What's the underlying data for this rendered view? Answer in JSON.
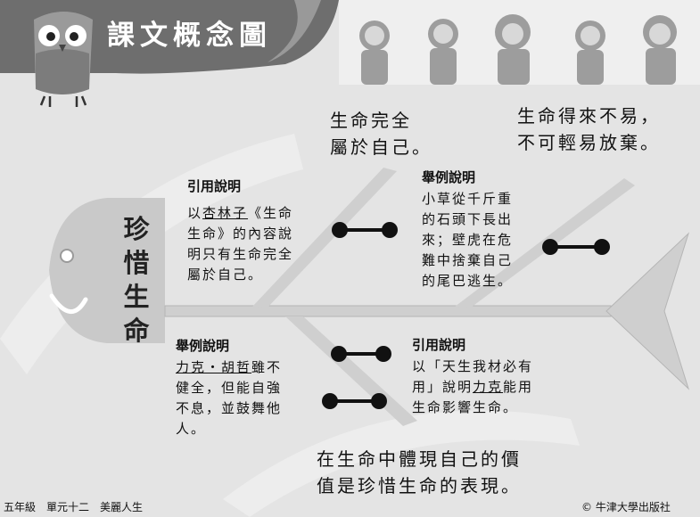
{
  "header": {
    "title": "課文概念圖"
  },
  "diagram": {
    "main_theme_chars": [
      "珍",
      "惜",
      "生",
      "命"
    ],
    "top_center": [
      "生命完全",
      "屬於自己。"
    ],
    "top_right": [
      "生命得來不易，",
      "不可輕易放棄。"
    ],
    "bottom_center": [
      "在生命中體現自己的價",
      "值是珍惜生命的表現。"
    ],
    "branch_tl": {
      "heading": "引用說明",
      "lines": [
        [
          {
            "t": "以",
            "u": false
          },
          {
            "t": "杏林子",
            "u": true
          },
          {
            "t": "《生命",
            "u": false
          }
        ],
        [
          {
            "t": "生命》的內容說",
            "u": false
          }
        ],
        [
          {
            "t": "明只有生命完全",
            "u": false
          }
        ],
        [
          {
            "t": "屬於自己。",
            "u": false
          }
        ]
      ]
    },
    "branch_tr": {
      "heading": "舉例說明",
      "lines": [
        [
          {
            "t": "小草從千斤重",
            "u": false
          }
        ],
        [
          {
            "t": "的石頭下長出",
            "u": false
          }
        ],
        [
          {
            "t": "來；壁虎在危",
            "u": false
          }
        ],
        [
          {
            "t": "難中捨棄自己",
            "u": false
          }
        ],
        [
          {
            "t": "的尾巴逃生。",
            "u": false
          }
        ]
      ]
    },
    "branch_bl": {
      "heading": "舉例說明",
      "lines": [
        [
          {
            "t": "力克・胡哲",
            "u": true
          },
          {
            "t": "雖不",
            "u": false
          }
        ],
        [
          {
            "t": "健全，但能自強",
            "u": false
          }
        ],
        [
          {
            "t": "不息，並鼓舞他",
            "u": false
          }
        ],
        [
          {
            "t": "人。",
            "u": false
          }
        ]
      ]
    },
    "branch_br": {
      "heading": "引用說明",
      "lines": [
        [
          {
            "t": "以「天生我材必有",
            "u": false
          }
        ],
        [
          {
            "t": "用」說明",
            "u": false
          },
          {
            "t": "力克",
            "u": true
          },
          {
            "t": "能用",
            "u": false
          }
        ],
        [
          {
            "t": "生命影響生命。",
            "u": false
          }
        ]
      ]
    }
  },
  "footer": {
    "left": "五年級　單元十二　美麗人生",
    "right": "© 牛津大學出版社"
  },
  "colors": {
    "background": "#e4e4e4",
    "header_band": "#6e6e6e",
    "fish": "#c9c9c9",
    "fish_outline": "#9a9a9a",
    "connector": "#111111"
  }
}
